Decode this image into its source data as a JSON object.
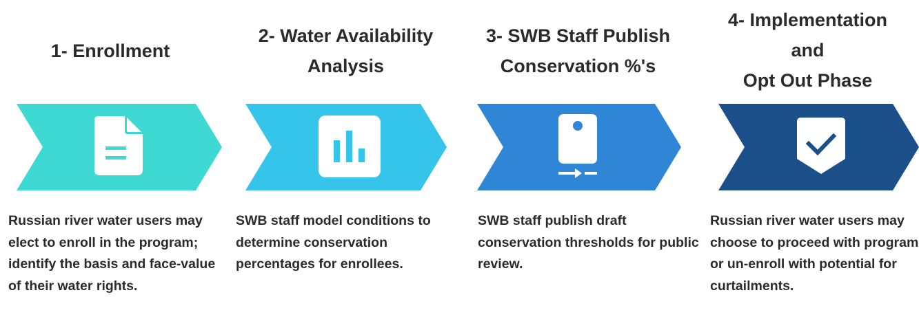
{
  "steps": [
    {
      "title": "1-  Enrollment",
      "description": "Russian river water users may elect to enroll in the program; identify the basis and face-value of their water rights.",
      "color": "#3fd9d4",
      "icon": "document-icon"
    },
    {
      "title": "2- Water Availability\nAnalysis",
      "description": "SWB staff model conditions to determine conservation percentages for enrollees.",
      "color": "#35c4ea",
      "icon": "bar-chart-icon"
    },
    {
      "title": "3- SWB Staff Publish\nConservation %'s",
      "description": "SWB staff publish draft conservation thresholds for public review.",
      "color": "#2f86d6",
      "icon": "device-transfer-icon"
    },
    {
      "title": "4- Implementation\nand\nOpt Out Phase",
      "description": "Russian river water users may choose to proceed with program or un-enroll with potential for curtailments.",
      "color": "#1b4f8a",
      "icon": "shield-check-icon"
    }
  ]
}
